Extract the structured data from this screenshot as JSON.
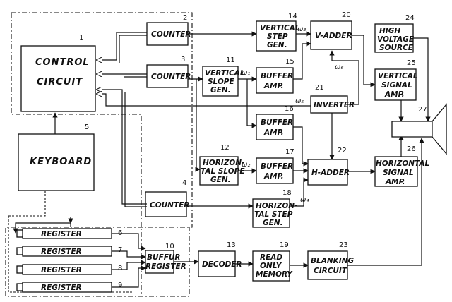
{
  "blocks": {
    "control_circuit": {
      "label_1": "CONTROL",
      "label_2": "CIRCUIT",
      "ref": "1"
    },
    "keyboard": {
      "label": "KEYBOARD",
      "ref": "5"
    },
    "counter_2": {
      "label": "COUNTER",
      "ref": "2"
    },
    "counter_3": {
      "label": "COUNTER",
      "ref": "3"
    },
    "counter_4": {
      "label": "COUNTER",
      "ref": "4"
    },
    "vertical_step_gen": {
      "lines": [
        "VERTICAL",
        "STEP",
        "GEN."
      ],
      "ref": "14"
    },
    "vertical_slope_gen": {
      "lines": [
        "VERTICAL",
        "SLOPE",
        "GEN."
      ],
      "ref": "11"
    },
    "buffer_amp_15": {
      "lines": [
        "BUFFER",
        "AMP."
      ],
      "ref": "15"
    },
    "buffer_amp_16": {
      "lines": [
        "BUFFER",
        "AMP."
      ],
      "ref": "16"
    },
    "buffer_amp_17": {
      "lines": [
        "BUFFER",
        "AMP."
      ],
      "ref": "17"
    },
    "v_adder": {
      "label": "V-ADDER",
      "ref": "20"
    },
    "h_adder": {
      "label": "H-ADDER",
      "ref": "22"
    },
    "inverter": {
      "label": "INVERTER",
      "ref": "21"
    },
    "horizontal_slope_gen": {
      "lines": [
        "HORIZON-",
        "TAL SLOPE",
        "GEN."
      ],
      "ref": "12"
    },
    "horizontal_step_gen": {
      "lines": [
        "HORIZON-",
        "TAL STEP",
        "GEN."
      ],
      "ref": "18"
    },
    "high_voltage_source": {
      "lines": [
        "HIGH",
        "VOLTAGE",
        "SOURCE"
      ],
      "ref": "24"
    },
    "vertical_signal_amp": {
      "lines": [
        "VERTICAL",
        "SIGNAL",
        "AMP."
      ],
      "ref": "25"
    },
    "horizontal_signal_amp": {
      "lines": [
        "HORIZONTAL",
        "SIGNAL",
        "AMP."
      ],
      "ref": "26"
    },
    "crt": {
      "ref": "27"
    },
    "registers": [
      {
        "label": "REGISTER",
        "ref": "6"
      },
      {
        "label": "REGISTER",
        "ref": "7"
      },
      {
        "label": "REGISTER",
        "ref": "8"
      },
      {
        "label": "REGISTER",
        "ref": "9"
      }
    ],
    "buffer_register": {
      "lines": [
        "BUFFUR",
        "REGISTER"
      ],
      "ref": "10"
    },
    "decoder": {
      "label": "DECODER",
      "ref": "13"
    },
    "rom": {
      "lines": [
        "READ",
        "ONLY",
        "MEMORY"
      ],
      "ref": "19"
    },
    "blanking_circuit": {
      "lines": [
        "BLANKING",
        "CIRCUIT"
      ],
      "ref": "23"
    }
  },
  "signals": {
    "w1": "ω₁",
    "w2": "ω₂",
    "w3": "ω₃",
    "w4": "ω₄",
    "w5": "ω₅",
    "w6": "ω₆"
  }
}
